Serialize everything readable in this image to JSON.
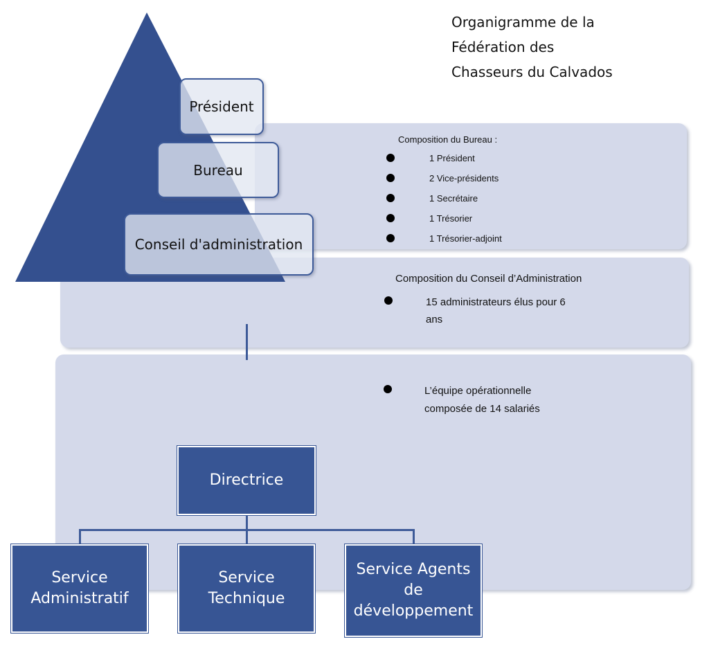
{
  "title": {
    "line1": "Organigramme de la",
    "line2": "Fédération des",
    "line3": "Chasseurs du Calvados"
  },
  "pyramid": {
    "levels": [
      "Président",
      "Bureau",
      "Conseil d'administration"
    ],
    "color": "#34508f"
  },
  "bureau": {
    "heading": "Composition du Bureau :",
    "members": [
      "1 Président",
      "2 Vice-présidents",
      "1 Secrétaire",
      "1 Trésorier",
      "1 Trésorier-adjoint"
    ]
  },
  "conseil": {
    "heading": "Composition du Conseil d’Administration",
    "item_line1": "15 administrateurs élus pour 6",
    "item_line2": "ans"
  },
  "equipe": {
    "item_line1": "L’équipe opérationnelle",
    "item_line2": "composée de 14 salariés"
  },
  "org": {
    "directrice": "Directrice",
    "admin_line1": "Service",
    "admin_line2": "Administratif",
    "tech_line1": "Service",
    "tech_line2": "Technique",
    "agents_line1": "Service Agents",
    "agents_line2": "de",
    "agents_line3": "développement",
    "box_color": "#375594"
  },
  "panel_color": "#d4d9ea"
}
